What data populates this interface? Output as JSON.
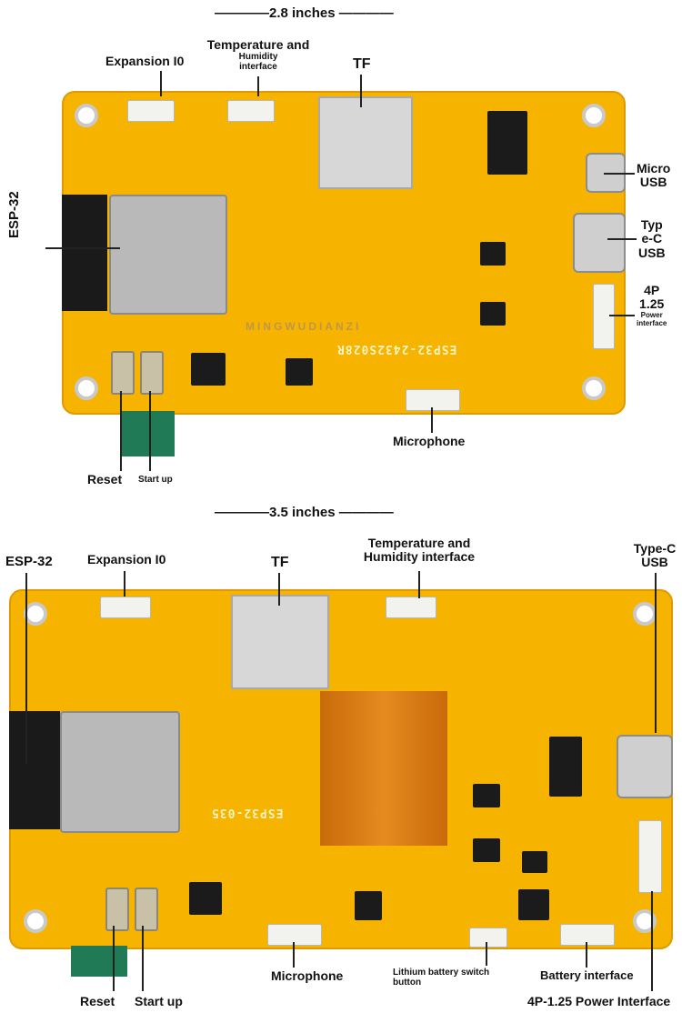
{
  "top": {
    "title": "————2.8 inches ————",
    "labels": {
      "expansion": "Expansion I0",
      "temp_line1": "Temperature and",
      "temp_line2": "Humidity",
      "temp_line3": "interface",
      "tf": "TF",
      "micro_usb_1": "Micro",
      "micro_usb_2": "USB",
      "typec_1": "Typ",
      "typec_2": "e-C",
      "typec_3": "USB",
      "power_1": "4P",
      "power_2": "1.25",
      "power_3": "Power",
      "power_4": "interface",
      "esp32": "ESP-32",
      "reset": "Reset",
      "startup": "Start up",
      "microphone": "Microphone"
    },
    "silkscreen": "ESP32-2432S028R",
    "watermark": "MINGWUDIANZI"
  },
  "bottom": {
    "title": "————3.5 inches ————",
    "labels": {
      "esp32": "ESP-32",
      "expansion": "Expansion I0",
      "tf": "TF",
      "temp_line1": "Temperature and",
      "temp_line2": "Humidity interface",
      "typec_1": "Type-C",
      "typec_2": "USB",
      "reset": "Reset",
      "startup": "Start up",
      "microphone": "Microphone",
      "lithium_1": "Lithium battery switch",
      "lithium_2": "button",
      "battery": "Battery interface",
      "power": "4P-1.25 Power Interface"
    },
    "silkscreen": "ESP32-035"
  }
}
